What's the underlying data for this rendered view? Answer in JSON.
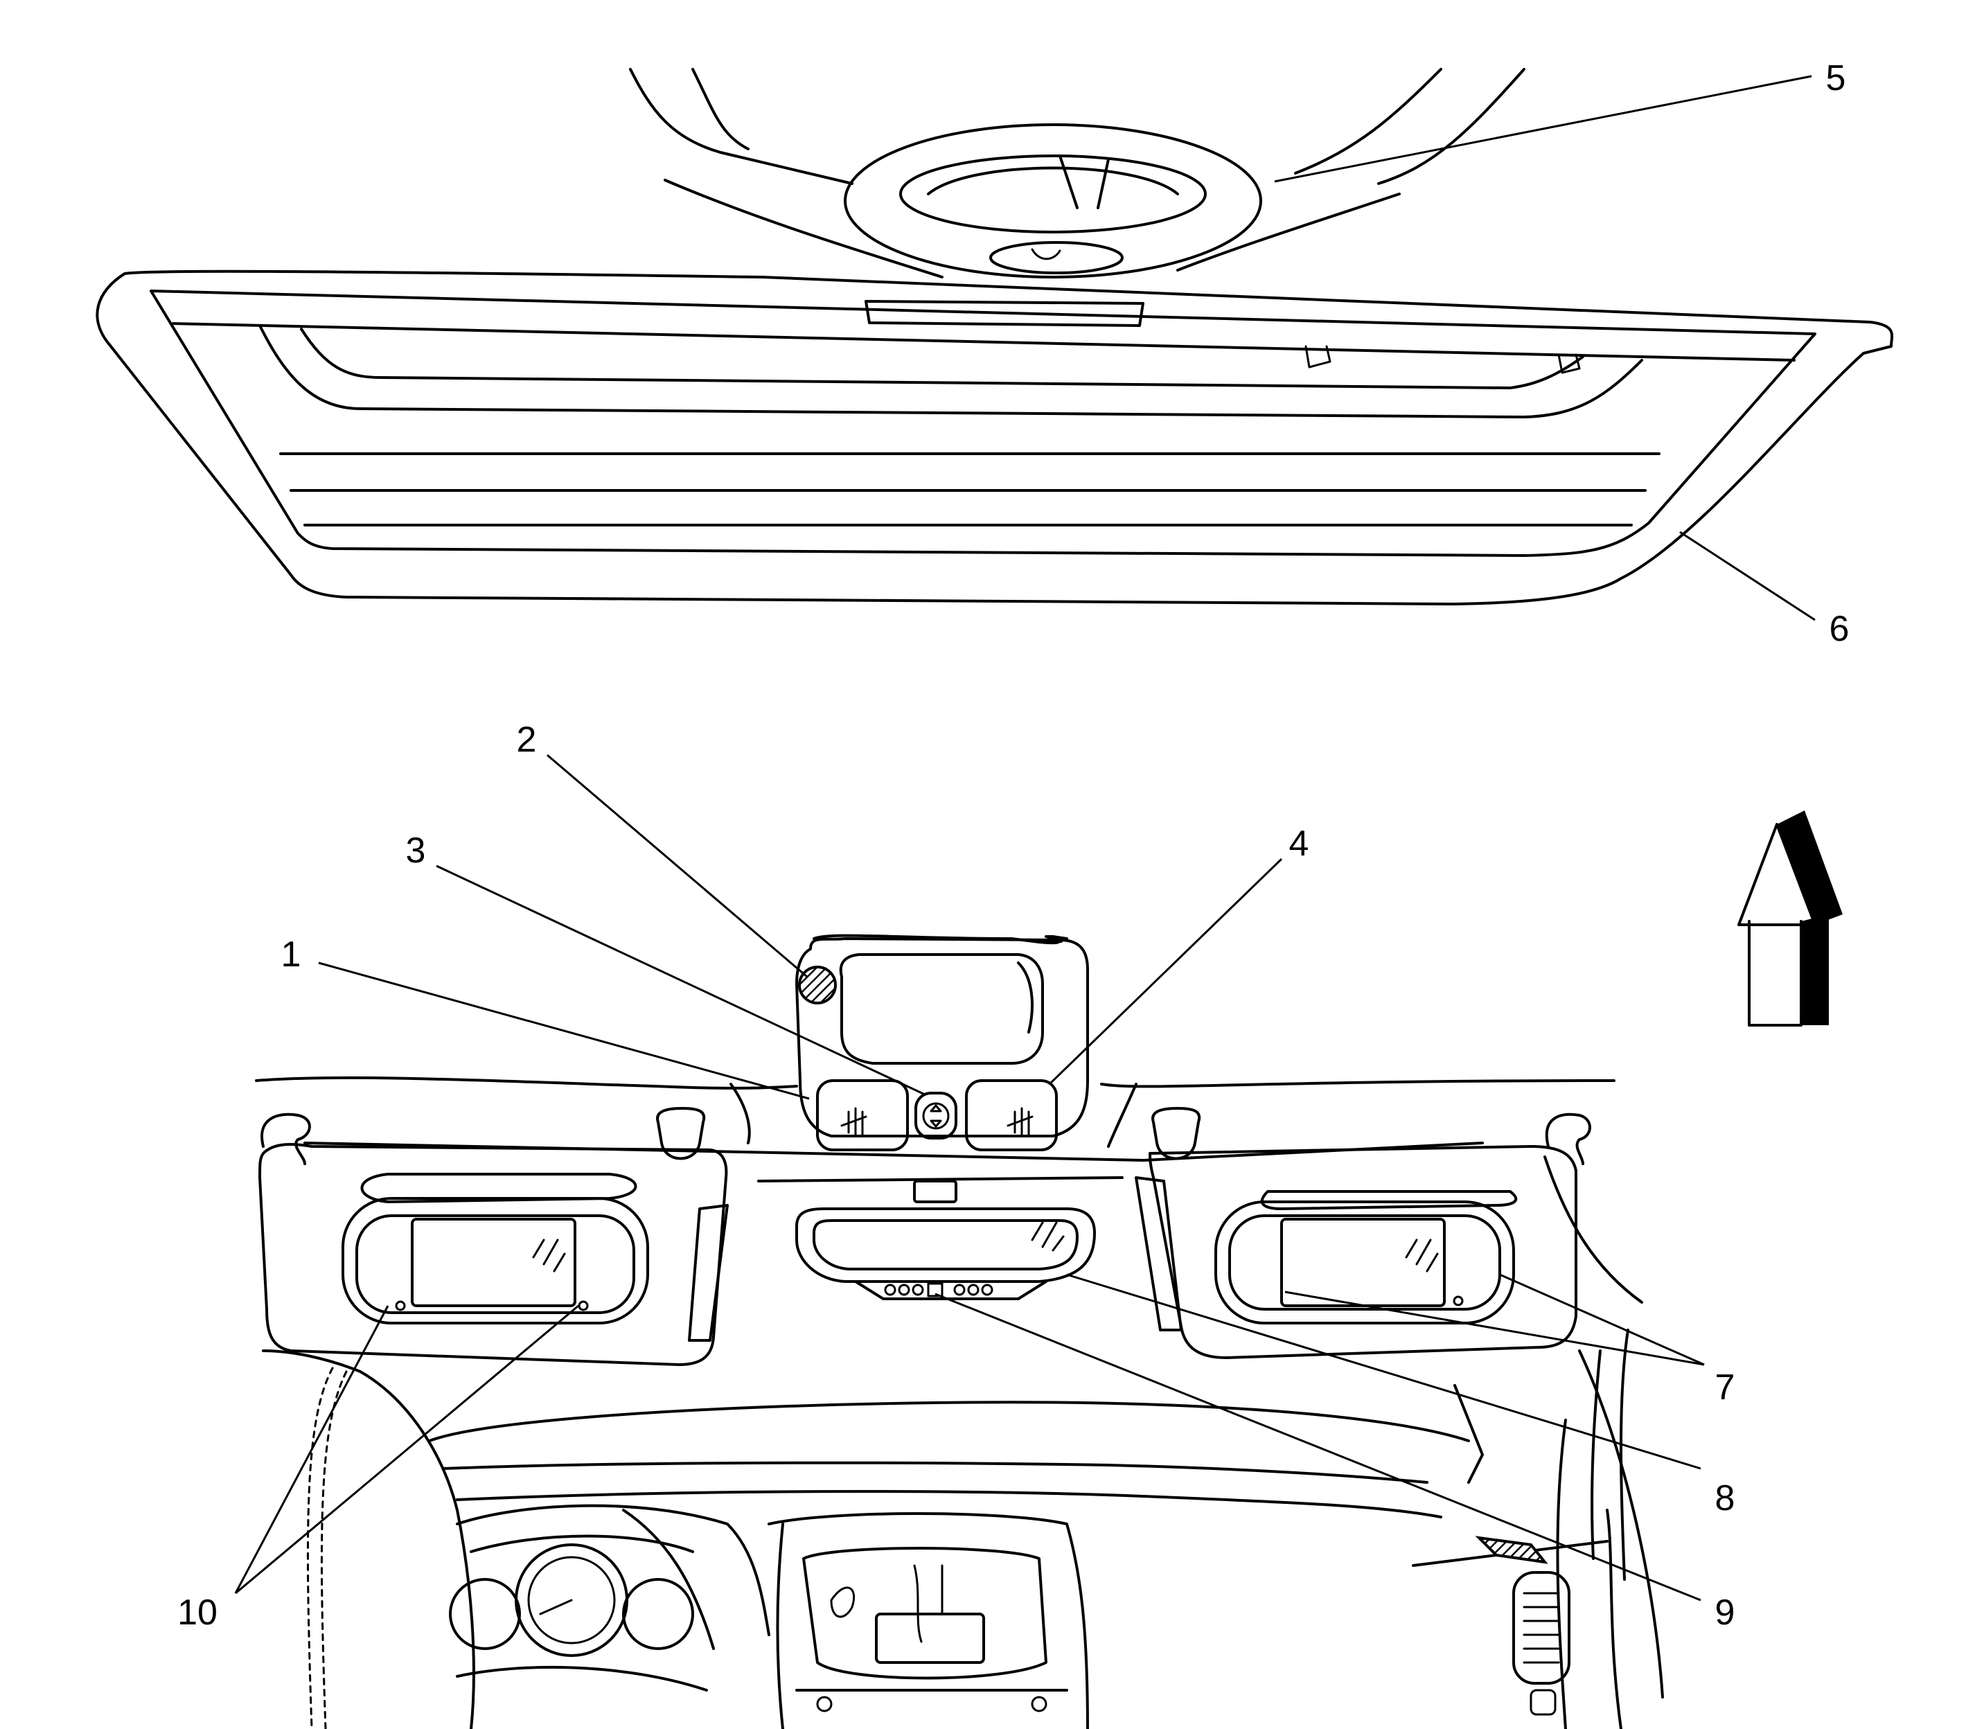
{
  "diagram": {
    "callouts": [
      {
        "id": "1",
        "text": "1"
      },
      {
        "id": "2",
        "text": "2"
      },
      {
        "id": "3",
        "text": "3"
      },
      {
        "id": "4",
        "text": "4"
      },
      {
        "id": "5",
        "text": "5"
      },
      {
        "id": "6",
        "text": "6"
      },
      {
        "id": "7",
        "text": "7"
      },
      {
        "id": "8",
        "text": "8"
      },
      {
        "id": "9",
        "text": "9"
      },
      {
        "id": "10",
        "text": "10"
      }
    ],
    "front_arrow": "up-arrow-icon"
  }
}
